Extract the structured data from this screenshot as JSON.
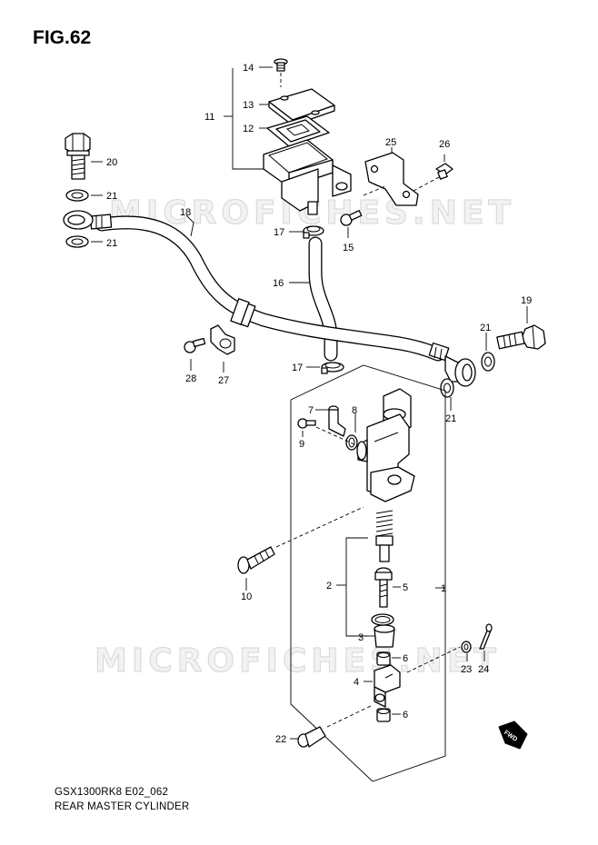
{
  "figure": {
    "title": "FIG.62",
    "model_code": "GSX1300RK8 E02_062",
    "caption": "REAR MASTER CYLINDER"
  },
  "watermark": {
    "text": "MICROFICHES.NET"
  },
  "direction_badge": {
    "text": "FWD"
  },
  "callouts": {
    "p1": "1",
    "p2": "2",
    "p3": "3",
    "p4": "4",
    "p5": "5",
    "p6a": "6",
    "p6b": "6",
    "p7": "7",
    "p8": "8",
    "p9": "9",
    "p10": "10",
    "p11": "11",
    "p12": "12",
    "p13": "13",
    "p14": "14",
    "p15": "15",
    "p16": "16",
    "p17a": "17",
    "p17b": "17",
    "p18": "18",
    "p19": "19",
    "p20": "20",
    "p21a": "21",
    "p21b": "21",
    "p21c": "21",
    "p21d": "21",
    "p22": "22",
    "p23": "23",
    "p24": "24",
    "p25": "25",
    "p26": "26",
    "p27": "27",
    "p28": "28"
  },
  "colors": {
    "line": "#000000",
    "background": "#ffffff",
    "watermark_fill": "#f2f2f2",
    "watermark_stroke": "#d6d6d6"
  }
}
